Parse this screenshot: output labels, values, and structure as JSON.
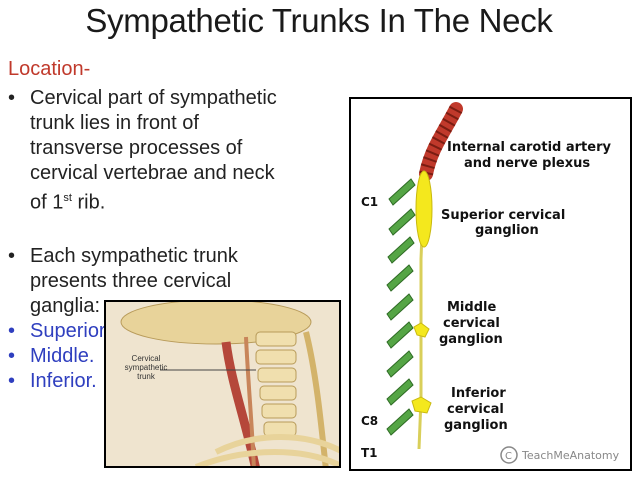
{
  "title": "Sympathetic Trunks In The Neck",
  "location_heading": "Location-",
  "bullets": [
    {
      "text": "Cervical part of sympathetic trunk lies in front of transverse processes of cervical vertebrae and neck of 1",
      "sup": "st",
      "tail": " rib."
    },
    {
      "text": "Each sympathetic trunk presents three cervical ganglia:"
    },
    {
      "text": "Superior."
    },
    {
      "text": "Middle."
    },
    {
      "text": "Inferior."
    }
  ],
  "diagram": {
    "artery_label_line1": "Internal carotid artery",
    "artery_label_line2": "and nerve plexus",
    "superior_line1": "Superior cervical",
    "superior_line2": "ganglion",
    "middle_line1": "Middle",
    "middle_line2": "cervical",
    "middle_line3": "ganglion",
    "inferior_line1": "Inferior",
    "inferior_line2": "cervical",
    "inferior_line3": "ganglion",
    "c1": "C1",
    "c8": "C8",
    "t1": "T1",
    "watermark": "TeachMeAnatomy",
    "colors": {
      "nerve": "#55a545",
      "ganglion": "#f4e81d",
      "artery": "#c0392b"
    }
  },
  "inset": {
    "label_line1": "Cervical",
    "label_line2": "sympathetic",
    "label_line3": "trunk"
  }
}
